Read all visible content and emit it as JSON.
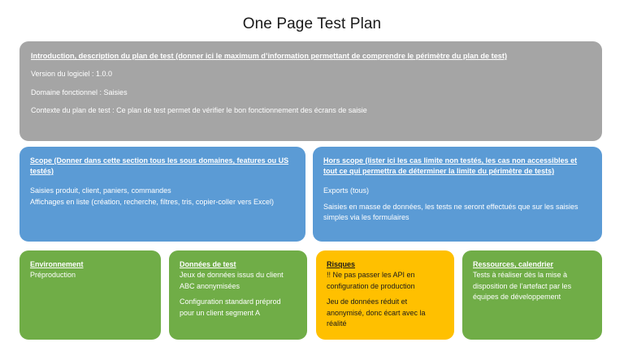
{
  "page": {
    "title": "One Page Test Plan",
    "colors": {
      "intro": "#A5A5A5",
      "scope": "#5B9BD5",
      "green": "#70AD47",
      "risk": "#FFC000",
      "background": "#FFFFFF",
      "text_light": "#FFFFFF",
      "text_dark": "#1A1A1A"
    }
  },
  "intro": {
    "heading": "Introduction, description du plan de test (donner ici le maximum d’information permettant de comprendre le périmètre du plan de test)",
    "line1": "Version du logiciel : 1.0.0",
    "line2": "Domaine fonctionnel : Saisies",
    "line3": "Contexte du plan de test : Ce plan de test permet de vérifier le bon fonctionnement des écrans de saisie"
  },
  "scope": {
    "heading": "Scope (Donner dans cette section tous les sous domaines, features ou US testés)",
    "line1": "Saisies produit, client, paniers, commandes",
    "line2": "Affichages en liste (création, recherche, filtres, tris, copier-coller vers Excel)"
  },
  "hors_scope": {
    "heading": "Hors scope (lister ici les cas limite non testés, les cas non accessibles et tout ce qui permettra de déterminer la limite du périmètre de tests)",
    "line1": "Exports (tous)",
    "line2": "Saisies en masse de données, les tests ne seront effectués que sur les saisies simples via les formulaires"
  },
  "environnement": {
    "heading": "Environnement",
    "line1": "Préproduction"
  },
  "donnees_de_test": {
    "heading": "Données de test",
    "line1": "Jeux de données issus du client ABC anonymisées",
    "line2": "Configuration standard préprod pour un client segment A"
  },
  "risques": {
    "heading": "Risques",
    "line1": "!! Ne pas passer les API en configuration de production",
    "line2": "Jeu de données réduit et anonymisé, donc écart avec la réalité"
  },
  "ressources": {
    "heading": "Ressources, calendrier",
    "line1": "Tests à réaliser dès la mise à disposition de l’artefact par les équipes de développement"
  }
}
